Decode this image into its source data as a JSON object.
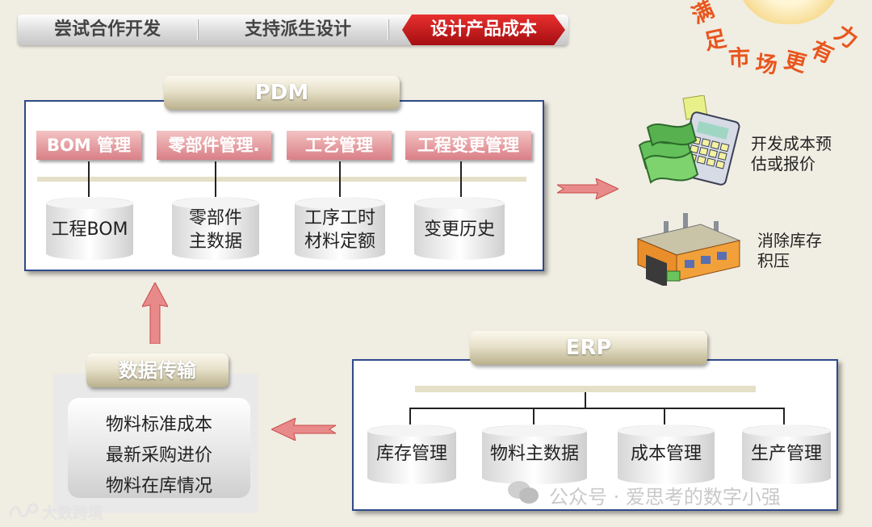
{
  "tabs": [
    {
      "label": "尝试合作开发",
      "active": false
    },
    {
      "label": "支持派生设计",
      "active": false
    },
    {
      "label": "设计产品成本",
      "active": true
    }
  ],
  "slogan": [
    "满",
    "足",
    "市",
    "场",
    "更",
    "有",
    "力"
  ],
  "pdm": {
    "title": "PDM",
    "modules": [
      "BOM 管理",
      "零部件管理.",
      "工艺管理",
      "工程变更管理"
    ],
    "stores": [
      [
        "工程BOM"
      ],
      [
        "零部件",
        "主数据"
      ],
      [
        "工序工时",
        "材料定额"
      ],
      [
        "变更历史"
      ]
    ]
  },
  "outputs": {
    "cost": [
      "开发成本预",
      "估或报价"
    ],
    "inventory": [
      "消除库存",
      "积压"
    ]
  },
  "transfer": {
    "title": "数据传输",
    "items": [
      "物料标准成本",
      "最新采购进价",
      "物料在库情况"
    ]
  },
  "erp": {
    "title": "ERP",
    "stores": [
      "库存管理",
      "物料主数据",
      "成本管理",
      "生产管理"
    ]
  },
  "watermark": {
    "public": "公众号 · 爱思考的数字小强",
    "brand": "大数跨境"
  },
  "colors": {
    "accent_red": "#c8181e",
    "slogan_orange": "#e8561e",
    "panel_border": "#2f4a8a",
    "module_pink": "#d97f86"
  }
}
